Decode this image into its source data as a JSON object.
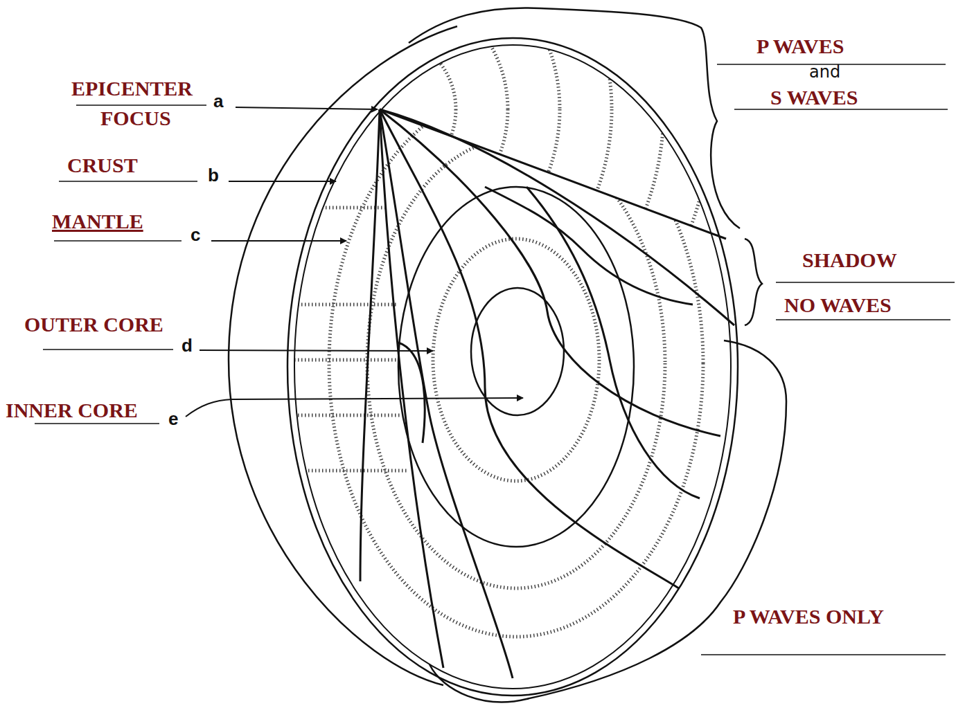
{
  "diagram": {
    "labels": [
      "P WAVES",
      "EPICENTER",
      "a",
      "and",
      "FOCUS",
      "S WAVES",
      "CRUST",
      "b",
      "MANTLE",
      "c",
      "SHADOW",
      "NO WAVES",
      "OUTER CORE",
      "d",
      "INNER CORE",
      "e",
      "P WAVES ONLY"
    ]
  }
}
